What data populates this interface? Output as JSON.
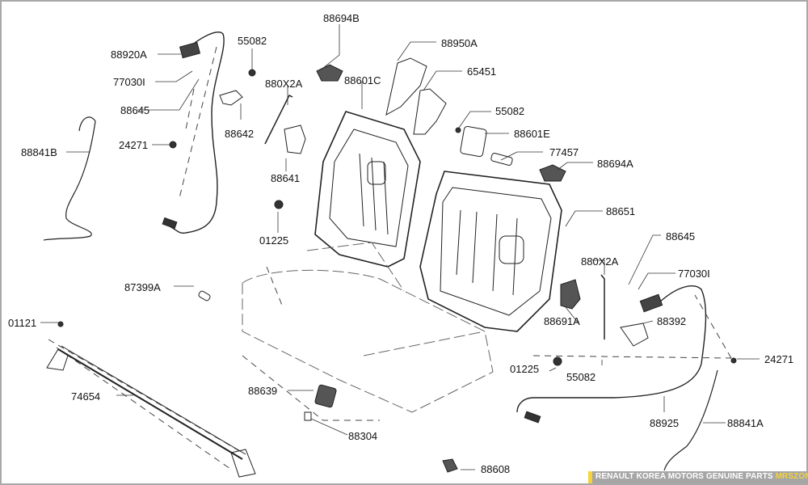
{
  "diagram": {
    "title": "Rear seat assembly exploded parts diagram",
    "colors": {
      "line": "#222222",
      "frame": "#a8a8a8",
      "footer_bg": "#a6a6a6",
      "footer_accent": "#f5d33a",
      "footer_text": "#ffffff"
    },
    "labels": [
      {
        "id": "p-88694B",
        "text": "88694B"
      },
      {
        "id": "p-88920A",
        "text": "88920A"
      },
      {
        "id": "p-55082-top",
        "text": "55082"
      },
      {
        "id": "p-88950A",
        "text": "88950A"
      },
      {
        "id": "p-880X2A-left",
        "text": "880X2A"
      },
      {
        "id": "p-88601C",
        "text": "88601C"
      },
      {
        "id": "p-77030I-left",
        "text": "77030I"
      },
      {
        "id": "p-65451",
        "text": "65451"
      },
      {
        "id": "p-88645-left",
        "text": "88645"
      },
      {
        "id": "p-88642",
        "text": "88642"
      },
      {
        "id": "p-55082-right",
        "text": "55082"
      },
      {
        "id": "p-88601E",
        "text": "88601E"
      },
      {
        "id": "p-24271-left",
        "text": "24271"
      },
      {
        "id": "p-88841B",
        "text": "88841B"
      },
      {
        "id": "p-77457",
        "text": "77457"
      },
      {
        "id": "p-88694A",
        "text": "88694A"
      },
      {
        "id": "p-88641",
        "text": "88641"
      },
      {
        "id": "p-88651",
        "text": "88651"
      },
      {
        "id": "p-01225-left",
        "text": "01225"
      },
      {
        "id": "p-88645-right",
        "text": "88645"
      },
      {
        "id": "p-880X2A-right",
        "text": "880X2A"
      },
      {
        "id": "p-87399A",
        "text": "87399A"
      },
      {
        "id": "p-77030I-right",
        "text": "77030I"
      },
      {
        "id": "p-88691A",
        "text": "88691A"
      },
      {
        "id": "p-88392",
        "text": "88392"
      },
      {
        "id": "p-01121",
        "text": "01121"
      },
      {
        "id": "p-01225-right",
        "text": "01225"
      },
      {
        "id": "p-24271-right",
        "text": "24271"
      },
      {
        "id": "p-55082-bottom",
        "text": "55082"
      },
      {
        "id": "p-74654",
        "text": "74654"
      },
      {
        "id": "p-88639",
        "text": "88639"
      },
      {
        "id": "p-88925",
        "text": "88925"
      },
      {
        "id": "p-88841A",
        "text": "88841A"
      },
      {
        "id": "p-88304",
        "text": "88304"
      },
      {
        "id": "p-88608",
        "text": "88608"
      }
    ]
  },
  "footer": {
    "text": "RENAULT KOREA MOTORS GENUINE PARTS",
    "brand": "MRSZONE"
  }
}
